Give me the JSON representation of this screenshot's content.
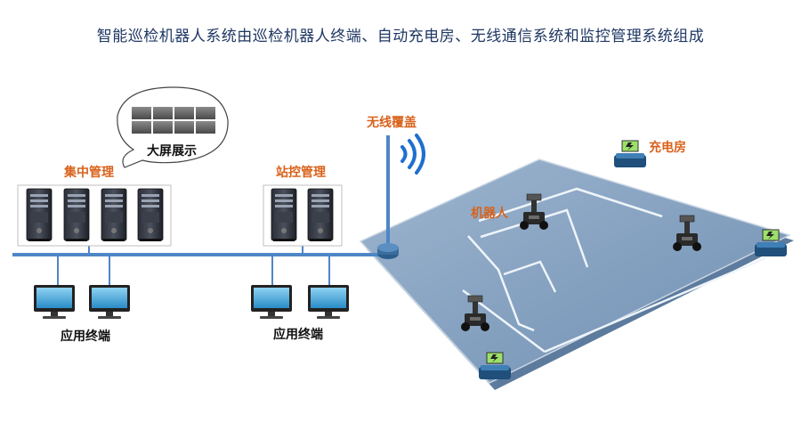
{
  "title": "智能巡检机器人系统由巡检机器人终端、自动充电房、无线通信系统和监控管理系统组成",
  "labels": {
    "big_screen": "大屏展示",
    "central_mgmt": "集中管理",
    "station_ctrl": "站控管理",
    "wireless": "无线覆盖",
    "robot": "机器人",
    "charging_room": "充电房",
    "app_terminal_left": "应用终端",
    "app_terminal_right": "应用终端"
  },
  "colors": {
    "title": "#1f3763",
    "accent_orange": "#d9621b",
    "network_line": "#4f86c6",
    "field_fill": "#7f9fbf",
    "wifi_blue": "#1e6fd0"
  }
}
